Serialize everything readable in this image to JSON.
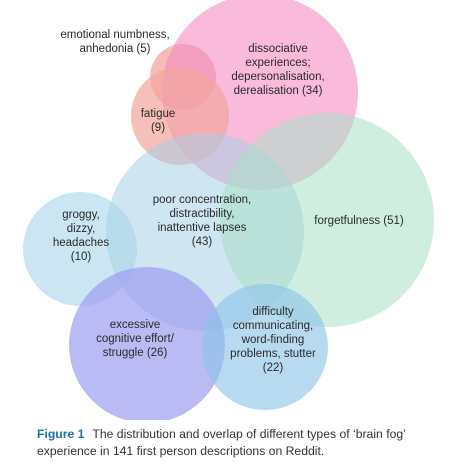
{
  "diagram": {
    "sets": [
      {
        "id": "emotional",
        "lines": [
          "emotional numbness,",
          "anhedonia (5)"
        ],
        "count": 5,
        "color": "#f2a6a0"
      },
      {
        "id": "dissociative",
        "lines": [
          "dissociative",
          "experiences;",
          "depersonalisation,",
          "derealisation (34)"
        ],
        "count": 34,
        "color": "#f58cc4"
      },
      {
        "id": "fatigue",
        "lines": [
          "fatigue",
          "(9)"
        ],
        "count": 9,
        "color": "#f2a6a0"
      },
      {
        "id": "poor-concentration",
        "lines": [
          "poor concentration,",
          "distractibility,",
          "inattentive lapses",
          "(43)"
        ],
        "count": 43,
        "color": "#a8cfe6"
      },
      {
        "id": "forgetfulness",
        "lines": [
          "forgetfulness (51)"
        ],
        "count": 51,
        "color": "#a9e0c6"
      },
      {
        "id": "groggy",
        "lines": [
          "groggy,",
          "dizzy,",
          "headaches",
          "(10)"
        ],
        "count": 10,
        "color": "#a8d5ea"
      },
      {
        "id": "excessive-effort",
        "lines": [
          "excessive",
          "cognitive effort/",
          "struggle (26)"
        ],
        "count": 26,
        "color": "#9f9ff0"
      },
      {
        "id": "difficulty-communicating",
        "lines": [
          "difficulty",
          "communicating,",
          "word-finding",
          "problems, stutter",
          "(22)"
        ],
        "count": 22,
        "color": "#8cc4e8"
      }
    ]
  },
  "caption": {
    "figure_label": "Figure 1",
    "text": "The distribution and overlap of different types of ‘brain fog’ experience in 141 first person descriptions on Reddit."
  }
}
